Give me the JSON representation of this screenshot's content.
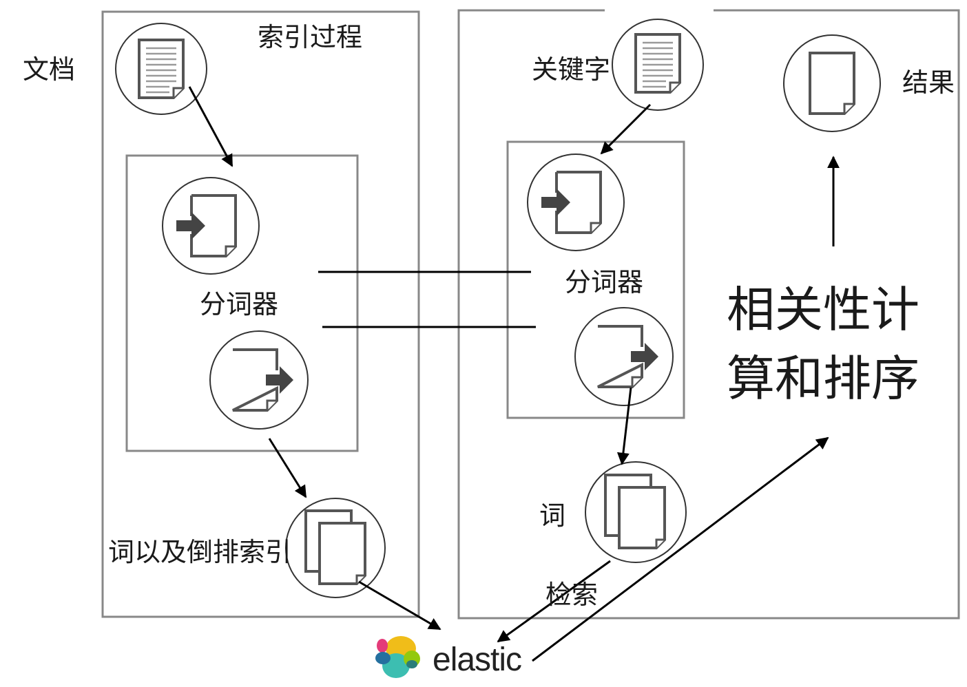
{
  "labels": {
    "document": "文档",
    "index_process": "索引过程",
    "tokenizer_left": "分词器",
    "terms_inverted_index": "词以及倒排索引",
    "keyword": "关键字",
    "result": "结果",
    "tokenizer_right": "分词器",
    "relevance_line1": "相关性计",
    "relevance_line2": "算和排序",
    "term": "词",
    "search": "检索"
  },
  "logo": {
    "text": "elastic",
    "colors": [
      "#F0BD19",
      "#E43B79",
      "#3CBEB1",
      "#24709F",
      "#93C90E",
      "#2A7D7A"
    ]
  },
  "icons": {
    "document_icon": "document-lines-icon",
    "tokenizer_in_icon": "file-import-icon",
    "tokenizer_out_icon": "file-export-icon",
    "stacked_docs_icon": "stacked-documents-icon",
    "result_icon": "blank-document-icon"
  }
}
